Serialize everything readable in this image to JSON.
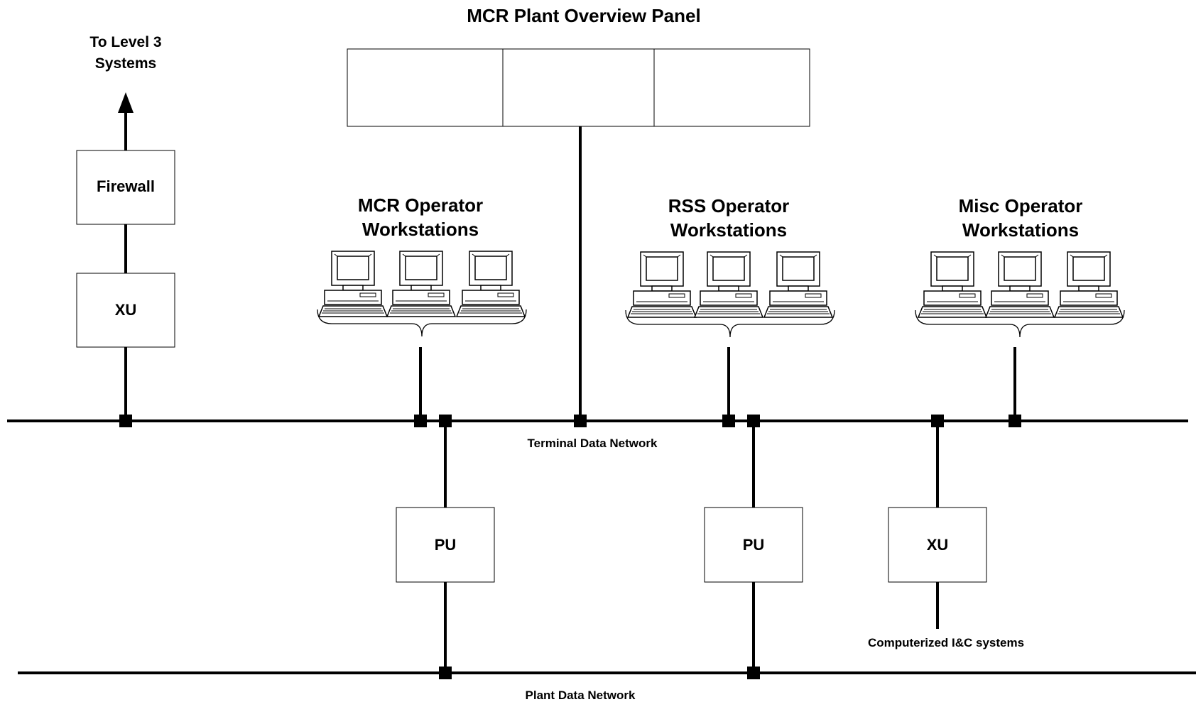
{
  "title": "MCR Plant Overview Panel",
  "external": {
    "line1": "To Level 3",
    "line2": "Systems"
  },
  "boxes": {
    "firewall": "Firewall",
    "xu_top": "XU",
    "pu_left": "PU",
    "pu_right": "PU",
    "xu_bottom": "XU"
  },
  "groups": {
    "mcr": {
      "line1": "MCR Operator",
      "line2": "Workstations"
    },
    "rss": {
      "line1": "RSS Operator",
      "line2": "Workstations"
    },
    "misc": {
      "line1": "Misc Operator",
      "line2": "Workstations"
    }
  },
  "networks": {
    "terminal": "Terminal Data Network",
    "plant": "Plant Data Network"
  },
  "ic_systems": "Computerized I&C systems"
}
